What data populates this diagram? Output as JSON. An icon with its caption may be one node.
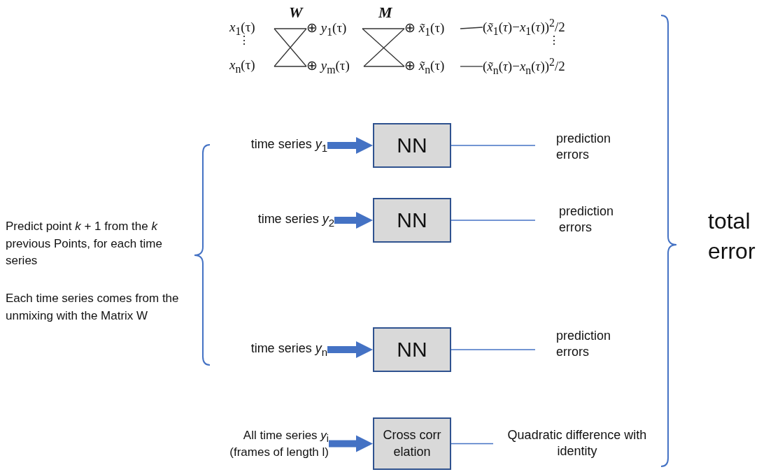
{
  "diagram": {
    "nodes": [
      {
        "text": [
          "*x*$_{1}$(τ)"
        ]
      },
      {
        "text": [
          "*x*$_{n}$(τ)"
        ]
      },
      {
        "text": [
          "⊕ *y*$_{1}$(τ)"
        ]
      },
      {
        "text": [
          "⊕ *y*$_{m}$(τ)"
        ]
      },
      {
        "text": [
          "⊕ *x̃*$_{1}$(τ)"
        ]
      },
      {
        "text": [
          "⊕ *x̃*$_{n}$(τ)"
        ]
      },
      {
        "text": [
          "(*x̃*$_{1}$(*τ*)−*x*$_{1}$(*τ*))$^{2}$/2"
        ]
      },
      {
        "text": [
          "(*x̃*$_{n}$(*τ*)−*x*$_{n}$(*τ*))$^{2}$/2"
        ]
      },
      {
        "text": [
          "time series *y*$_{1}$"
        ]
      },
      {
        "text": [
          "NN"
        ]
      },
      {
        "text": [
          "prediction errors"
        ]
      },
      {
        "text": [
          "time series *y*$_{2}$"
        ]
      },
      {
        "text": [
          "NN"
        ]
      },
      {
        "text": [
          "prediction errors"
        ]
      },
      {
        "text": [
          "time series *y*$_{n}$"
        ]
      },
      {
        "text": [
          "NN"
        ]
      },
      {
        "text": [
          "prediction errors"
        ]
      },
      {
        "text": [
          "All time series *y*$_{i}$ (frames of length l)"
        ]
      },
      {
        "text": [
          "Cross correlation"
        ]
      },
      {
        "text": [
          "Quadratic difference with identity"
        ]
      },
      {
        "text": [
          "total error"
        ]
      }
    ],
    "edges": [
      {
        "from": 0,
        "to": 2,
        "arrow": "none"
      },
      {
        "from": 0,
        "to": 3,
        "arrow": "none"
      },
      {
        "from": 1,
        "to": 2,
        "arrow": "none"
      },
      {
        "from": 1,
        "to": 3,
        "arrow": "none"
      },
      {
        "from": 2,
        "to": 4,
        "arrow": "none"
      },
      {
        "from": 2,
        "to": 5,
        "arrow": "none"
      },
      {
        "from": 3,
        "to": 4,
        "arrow": "none"
      },
      {
        "from": 3,
        "to": 5,
        "arrow": "none"
      },
      {
        "from": 4,
        "to": 6,
        "arrow": "none"
      },
      {
        "from": 5,
        "to": 7,
        "arrow": "none"
      },
      {
        "from": 8,
        "to": 9,
        "arrow": "to",
        "style": "thick",
        "color": "#4472c4"
      },
      {
        "from": 9,
        "to": 10,
        "arrow": "none",
        "color": "#4472c4"
      },
      {
        "from": 11,
        "to": 12,
        "arrow": "to",
        "style": "thick",
        "color": "#4472c4"
      },
      {
        "from": 12,
        "to": 13,
        "arrow": "none",
        "color": "#4472c4"
      },
      {
        "from": 14,
        "to": 15,
        "arrow": "to",
        "style": "thick",
        "color": "#4472c4"
      },
      {
        "from": 15,
        "to": 16,
        "arrow": "none",
        "color": "#4472c4"
      },
      {
        "from": 17,
        "to": 18,
        "arrow": "to",
        "style": "thick",
        "color": "#4472c4"
      },
      {
        "from": 18,
        "to": 19,
        "arrow": "none",
        "color": "#4472c4"
      }
    ],
    "labels": [
      "*W*",
      "*M*",
      "⋮",
      "⋮",
      "Predict point *k* + 1 from the *k* previous Points, for each time series",
      "Each time series comes from the unmixing with the Matrix W"
    ]
  }
}
